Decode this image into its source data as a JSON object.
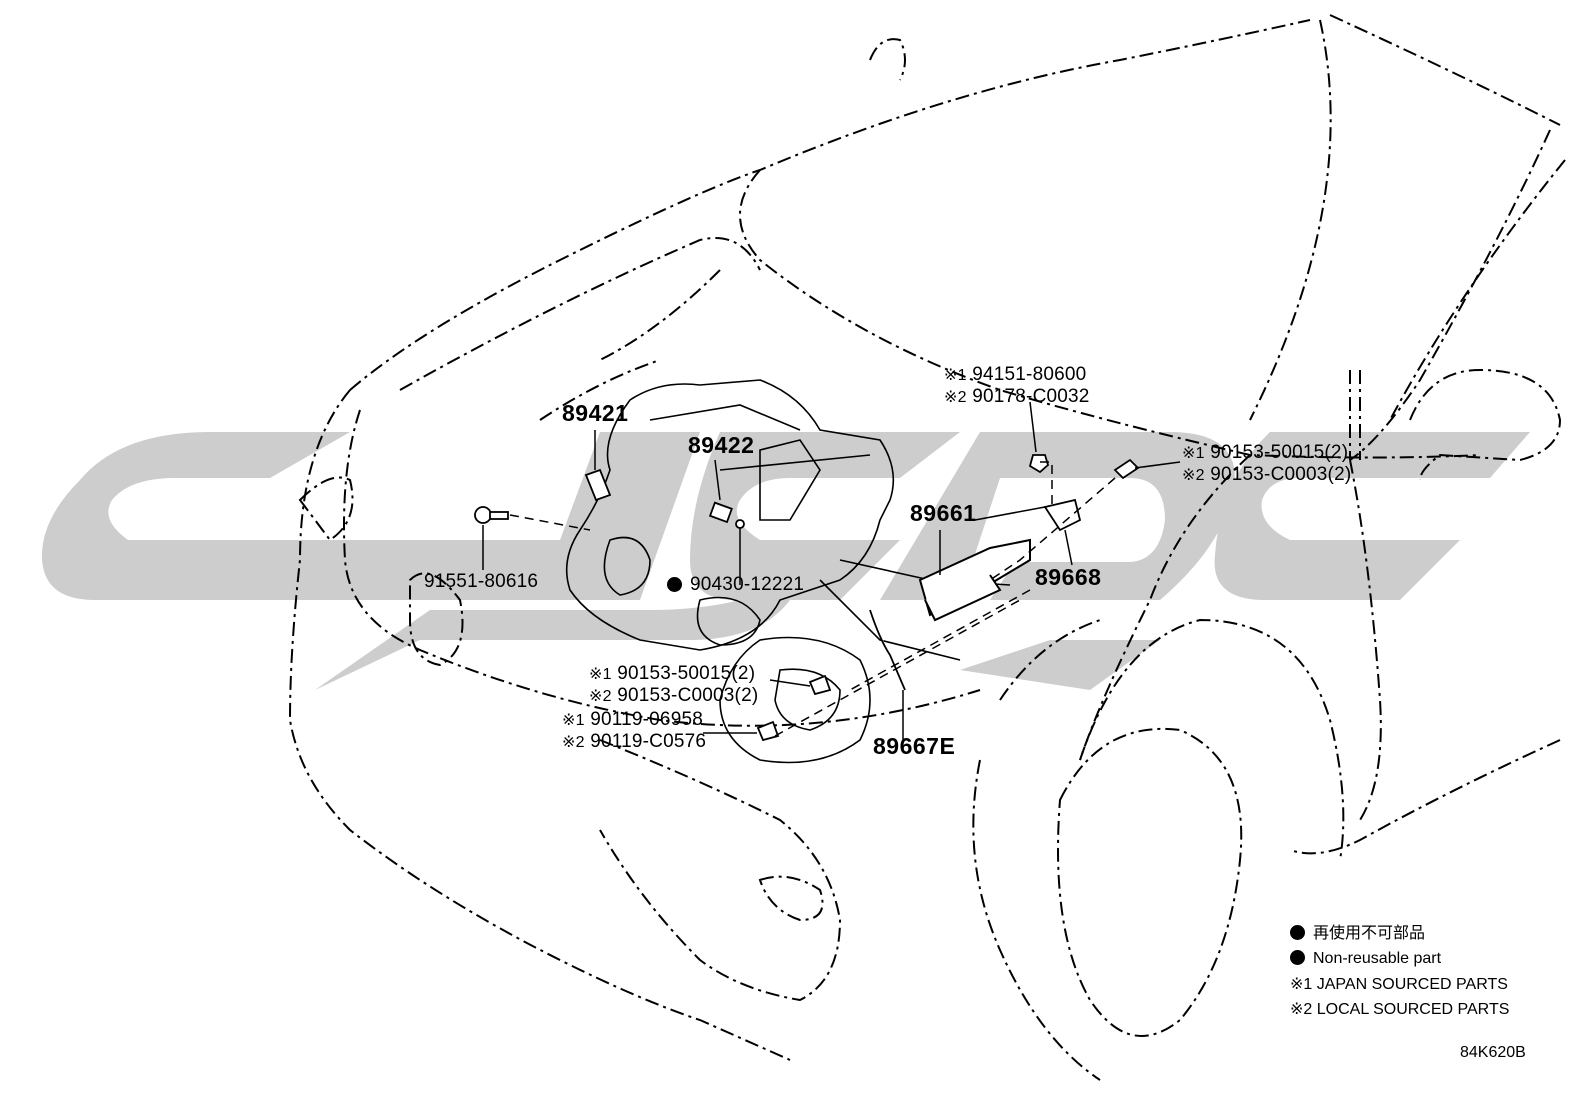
{
  "parts": {
    "p89421": "89421",
    "p89422": "89422",
    "p89661": "89661",
    "p89668": "89668",
    "p89667E": "89667E",
    "p91551": "91551-80616",
    "p90430": "90430-12221",
    "nut": {
      "m1": "※1",
      "v1": "94151-80600",
      "m2": "※2",
      "v2": "90178-C0032"
    },
    "boltTop": {
      "m1": "※1",
      "v1": "90153-50015(2)",
      "m2": "※2",
      "v2": "90153-C0003(2)"
    },
    "boltBottom": {
      "m1": "※1",
      "v1": "90153-50015(2)",
      "m2": "※2",
      "v2": "90153-C0003(2)"
    },
    "boltLower": {
      "m1": "※1",
      "v1": "90119-06958",
      "m2": "※2",
      "v2": "90119-C0576"
    }
  },
  "legend": {
    "non_reusable_jp": "再使用不可部品",
    "non_reusable_en": "Non-reusable part",
    "japan": "※1 JAPAN SOURCED PARTS",
    "local": "※2 LOCAL SOURCED PARTS"
  },
  "diagram_code": "84K620B",
  "colors": {
    "line": "#000000",
    "watermark": "#cccccc"
  }
}
